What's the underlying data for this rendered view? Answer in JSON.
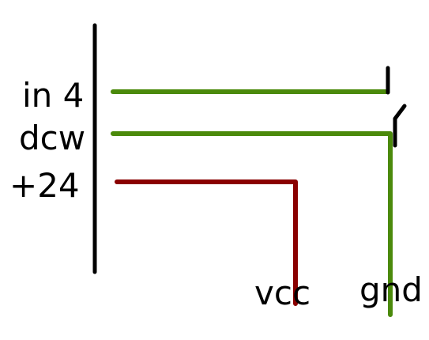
{
  "labels": {
    "in4": "in 4",
    "dcw": "dcw",
    "plus24": "+24",
    "vcc": "vcc",
    "gnd": "gnd"
  },
  "colors": {
    "black": "#000000",
    "green": "#4b8a0b",
    "red": "#8a0000",
    "background": "#ffffff"
  }
}
